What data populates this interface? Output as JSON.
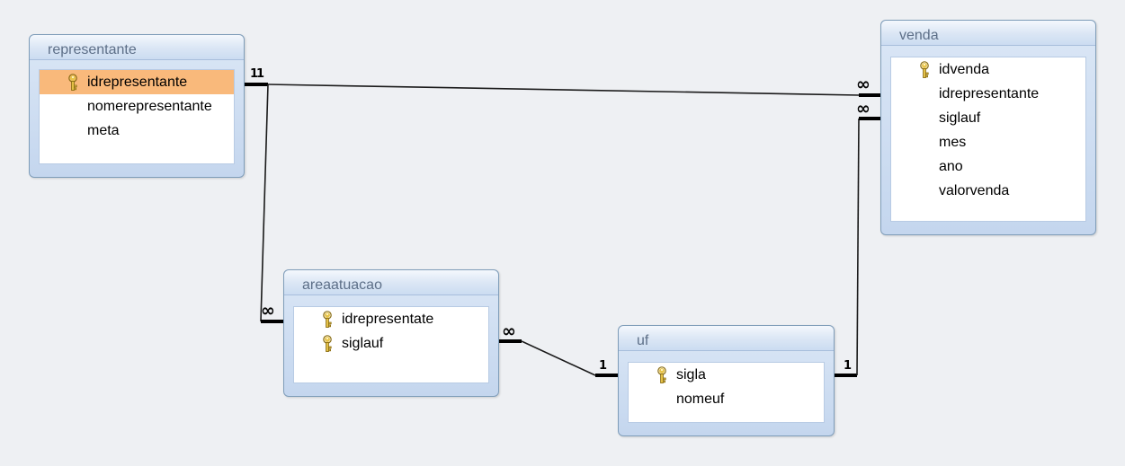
{
  "tables": {
    "representante": {
      "title": "representante",
      "fields": [
        {
          "name": "idrepresentante",
          "key": true,
          "selected": true
        },
        {
          "name": "nomerepresentante",
          "key": false
        },
        {
          "name": "meta",
          "key": false
        }
      ]
    },
    "venda": {
      "title": "venda",
      "fields": [
        {
          "name": "idvenda",
          "key": true
        },
        {
          "name": "idrepresentante",
          "key": false
        },
        {
          "name": "siglauf",
          "key": false
        },
        {
          "name": "mes",
          "key": false
        },
        {
          "name": "ano",
          "key": false
        },
        {
          "name": "valorvenda",
          "key": false
        }
      ]
    },
    "areaatuacao": {
      "title": "areaatuacao",
      "fields": [
        {
          "name": "idrepresentate",
          "key": true
        },
        {
          "name": "siglauf",
          "key": true
        }
      ]
    },
    "uf": {
      "title": "uf",
      "fields": [
        {
          "name": "sigla",
          "key": true
        },
        {
          "name": "nomeuf",
          "key": false
        }
      ]
    }
  },
  "relationships": [
    {
      "from": "representante",
      "to": "venda",
      "from_card": "1",
      "to_card": "∞"
    },
    {
      "from": "representante",
      "to": "areaatuacao",
      "from_card": "1",
      "to_card": "∞"
    },
    {
      "from": "uf",
      "to": "areaatuacao",
      "from_card": "1",
      "to_card": "∞"
    },
    {
      "from": "uf",
      "to": "venda",
      "from_card": "1",
      "to_card": "∞"
    }
  ],
  "colors": {
    "background": "#eef0f3",
    "title_text": "#5d6f88",
    "selected_row": "#f9b97b",
    "key_icon": "#c9a227",
    "line": "#1a1a1a"
  },
  "icons": {
    "primary_key": "key-icon"
  }
}
